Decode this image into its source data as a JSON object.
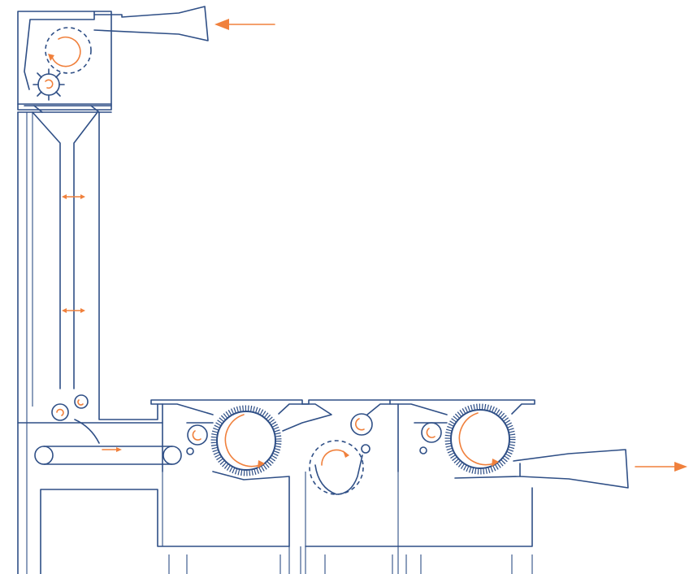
{
  "colors": {
    "line": "#2f4f86",
    "accent": "#f0803c",
    "background": "#ffffff"
  },
  "diagram": {
    "components": [
      "feed-chute",
      "opening-roller",
      "beater-wheel",
      "reserve-trunk",
      "feed-rollers",
      "conveyor-belt",
      "carding-cylinder-1",
      "transfer-rollers",
      "doffer-roller",
      "carding-cylinder-2",
      "delivery-chute"
    ],
    "flow": {
      "input_arrow": "left",
      "output_arrow": "right"
    }
  }
}
